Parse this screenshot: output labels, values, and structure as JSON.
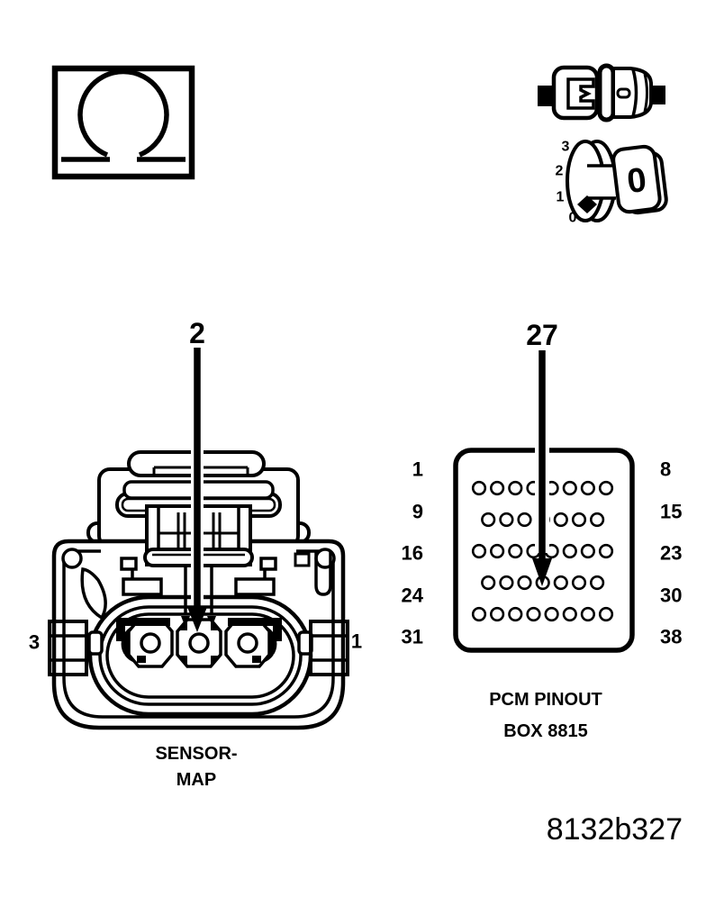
{
  "figure": {
    "id_code": "8132b327"
  },
  "legend": {
    "ohm_symbol": "Ω",
    "dial": {
      "positions": [
        "3",
        "2",
        "1",
        "0"
      ],
      "display": "0"
    }
  },
  "map_connector": {
    "callout": "2",
    "pin_left": "3",
    "pin_right": "1",
    "caption": [
      "SENSOR-",
      "MAP"
    ]
  },
  "pcm": {
    "callout": "27",
    "target_pin": "27",
    "left_pin_labels": [
      "1",
      "9",
      "16",
      "24",
      "31"
    ],
    "right_pin_labels": [
      "8",
      "15",
      "23",
      "30",
      "38"
    ],
    "pin_rows": [
      8,
      7,
      8,
      7,
      8
    ],
    "caption": [
      "PCM PINOUT",
      "BOX 8815"
    ]
  },
  "colors": {
    "ink": "#000000",
    "paper": "#ffffff"
  }
}
